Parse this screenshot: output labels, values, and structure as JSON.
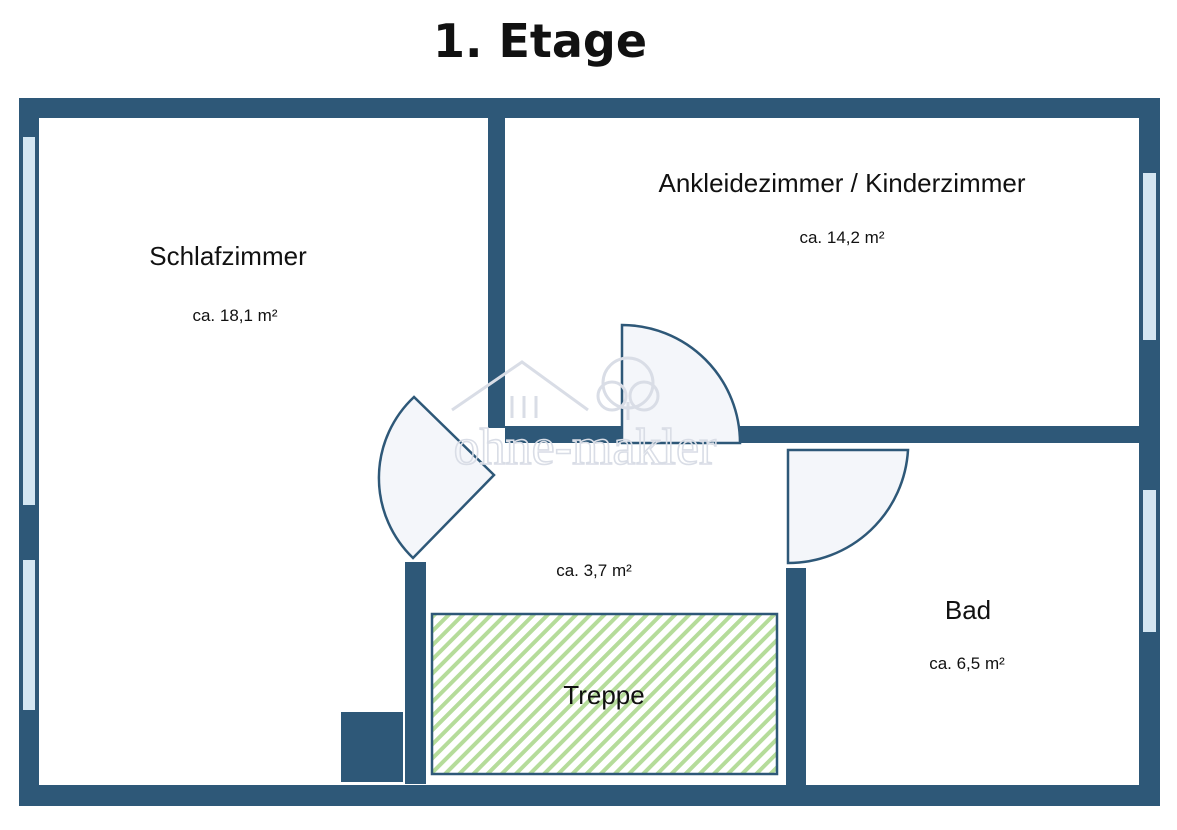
{
  "title": "1. Etage",
  "colors": {
    "wall": "#2e5878",
    "window": "#d4e6f2",
    "door_fill": "#f4f6fa",
    "stairs_hatch": "#b5dc9a",
    "watermark": "#d9dde6"
  },
  "rooms": {
    "schlafzimmer": {
      "name": "Schlafzimmer",
      "area": "ca. 18,1 m²"
    },
    "ankleidezimmer": {
      "name": "Ankleidezimmer / Kinderzimmer",
      "area": "ca. 14,2 m²"
    },
    "flur": {
      "area": "ca. 3,7 m²"
    },
    "bad": {
      "name": "Bad",
      "area": "ca. 6,5 m²"
    },
    "treppe": {
      "name": "Treppe"
    }
  },
  "watermark": {
    "text": "ohne-makler"
  }
}
